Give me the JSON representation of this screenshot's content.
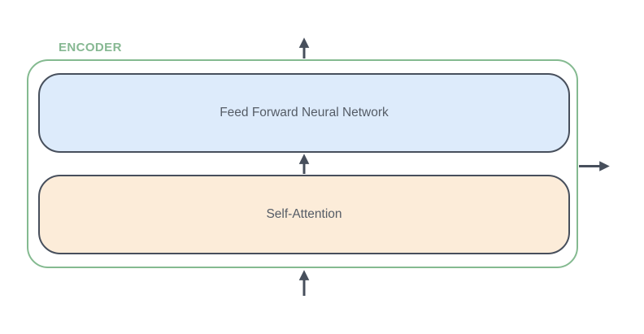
{
  "diagram": {
    "encoder": {
      "label": "ENCODER"
    },
    "blocks": [
      {
        "label": "Feed Forward Neural Network"
      },
      {
        "label": "Self-Attention"
      }
    ],
    "arrows": [
      {
        "name": "encoder-input-arrow",
        "direction": "up"
      },
      {
        "name": "attention-to-ffnn-arrow",
        "direction": "up"
      },
      {
        "name": "encoder-output-arrow-top",
        "direction": "up"
      },
      {
        "name": "encoder-output-arrow-right",
        "direction": "right"
      }
    ],
    "colors": {
      "encoder_border": "#84ba90",
      "encoder_label_text": "#86b892",
      "block_border": "#474f5c",
      "block_text": "#555c66",
      "arrow": "#474f5c",
      "ffnn_fill": "#ddebfb",
      "self_attention_fill": "#fcecd9",
      "background": "#ffffff"
    }
  }
}
